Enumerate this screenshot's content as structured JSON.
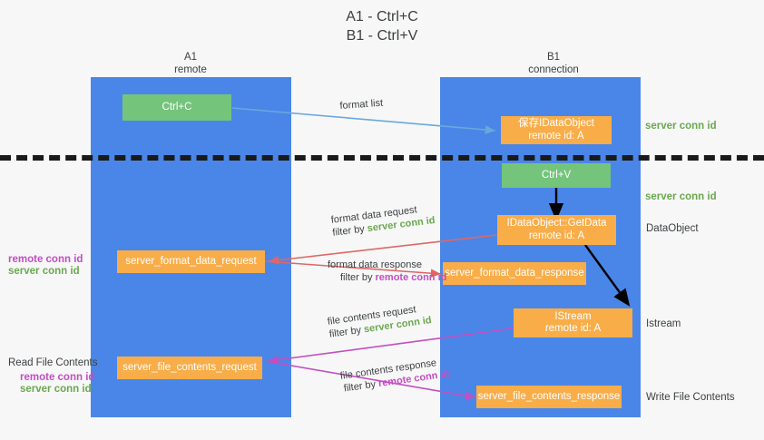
{
  "title": {
    "line1": "A1 - Ctrl+C",
    "line2": "B1 - Ctrl+V"
  },
  "colors": {
    "lane": "#4a86e8",
    "orange": "#f9ad49",
    "green_box": "#74c47c",
    "green_text": "#6aa84f",
    "magenta_text": "#c24ec2",
    "dashed_line": "#1a1a1a",
    "page_bg": "#f7f7f7",
    "arrow_blue": "#6aa8dc",
    "arrow_red": "#e06666",
    "arrow_magenta": "#c24ec2",
    "arrow_black": "#000000"
  },
  "lanes": [
    {
      "name": "A1",
      "sub": "remote"
    },
    {
      "name": "B1",
      "sub": "connection"
    }
  ],
  "nodes": {
    "ctrl_c": {
      "line1": "Ctrl+C",
      "line2": ""
    },
    "ctrl_v": {
      "line1": "Ctrl+V",
      "line2": ""
    },
    "save_idataobject": {
      "line1": "保存IDataObject",
      "line2": "remote id: A"
    },
    "getdata": {
      "line1": "IDataObject::GetData",
      "line2": "remote id: A"
    },
    "istream": {
      "line1": "IStream",
      "line2": "remote id: A"
    },
    "server_format_data_request": {
      "line1": "server_format_data_request",
      "line2": ""
    },
    "server_format_data_response": {
      "line1": "server_format_data_response",
      "line2": ""
    },
    "server_file_contents_request": {
      "line1": "server_file_contents_request",
      "line2": ""
    },
    "server_file_contents_response": {
      "line1": "server_file_contents_response",
      "line2": ""
    }
  },
  "edges": {
    "format_list": {
      "label": "format list"
    },
    "format_data_request": {
      "label": "format data request",
      "filter_prefix": "filter by ",
      "filter_value": "server conn id"
    },
    "format_data_response": {
      "label": "format data response",
      "filter_prefix": "filter by ",
      "filter_value": "remote conn id"
    },
    "file_contents_request": {
      "label": "file contents request",
      "filter_prefix": "filter by ",
      "filter_value": "server conn id"
    },
    "file_contents_response": {
      "label": "file contents response",
      "filter_prefix": "filter by ",
      "filter_value": "remote conn id"
    }
  },
  "right_annotations": {
    "server_conn_id_top": "server conn id",
    "server_conn_id_mid": "server conn id",
    "dataobject": "DataObject",
    "istream": "Istream",
    "write_file_contents": "Write File Contents"
  },
  "left_annotations": {
    "remote_conn_id_1": "remote conn id",
    "server_conn_id_1": "server conn id",
    "read_file_contents": "Read File Contents",
    "remote_conn_id_2": "remote conn id",
    "server_conn_id_2": "server conn id"
  }
}
